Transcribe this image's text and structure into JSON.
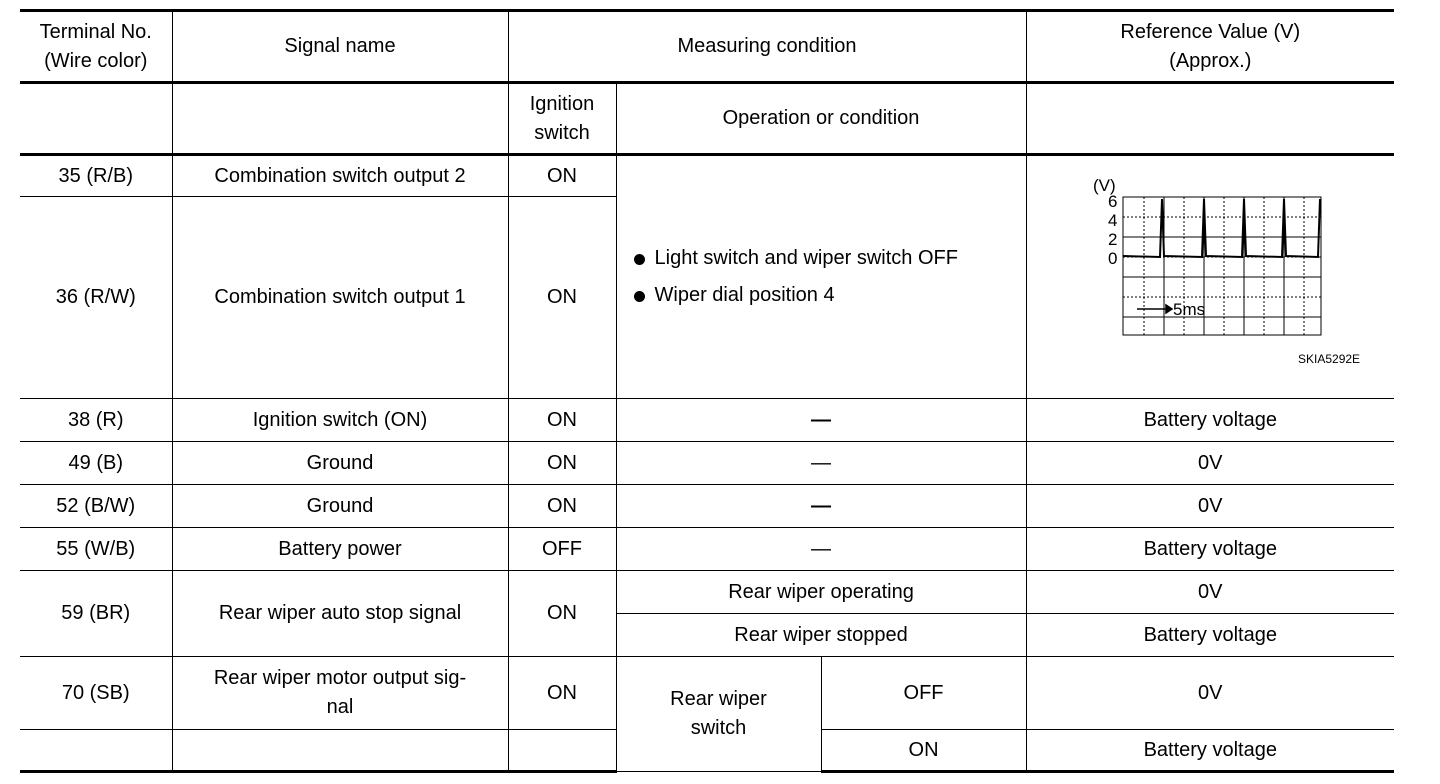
{
  "header": {
    "terminal": "Terminal No.\n(Wire color)",
    "signal": "Signal name",
    "measuring": "Measuring condition",
    "reference": "Reference Value (V)\n(Approx.)",
    "ignition": "Ignition\nswitch",
    "operation": "Operation or condition"
  },
  "rows": {
    "r35": {
      "terminal": "35 (R/B)",
      "signal": "Combination switch output 2",
      "ignition": "ON"
    },
    "r36": {
      "terminal": "36 (R/W)",
      "signal": "Combination switch output 1",
      "ignition": "ON"
    },
    "shared_condition": [
      "Light switch and wiper switch OFF",
      "Wiper dial position 4"
    ],
    "waveform": {
      "y_unit": "(V)",
      "y_ticks": [
        "6",
        "4",
        "2",
        "0"
      ],
      "time_label": "5ms",
      "figure_code": "SKIA5292E"
    },
    "r38": {
      "terminal": "38 (R)",
      "signal": "Ignition switch (ON)",
      "ignition": "ON",
      "condition": "—",
      "value": "Battery voltage"
    },
    "r49": {
      "terminal": "49 (B)",
      "signal": "Ground",
      "ignition": "ON",
      "condition": "—",
      "value": "0V"
    },
    "r52": {
      "terminal": "52 (B/W)",
      "signal": "Ground",
      "ignition": "ON",
      "condition": "—",
      "value": "0V"
    },
    "r55": {
      "terminal": "55 (W/B)",
      "signal": "Battery power",
      "ignition": "OFF",
      "condition": "—",
      "value": "Battery voltage"
    },
    "r59": {
      "terminal": "59 (BR)",
      "signal": "Rear wiper auto stop signal",
      "ignition": "ON",
      "cond_a": "Rear wiper operating",
      "value_a": "0V",
      "cond_b": "Rear wiper stopped",
      "value_b": "Battery voltage"
    },
    "r70": {
      "terminal": "70 (SB)",
      "signal": "Rear wiper motor output sig-\nnal",
      "ignition": "ON",
      "switch_label": "Rear wiper\nswitch",
      "cond_a": "OFF",
      "value_a": "0V",
      "cond_b": "ON",
      "value_b": "Battery voltage"
    }
  }
}
